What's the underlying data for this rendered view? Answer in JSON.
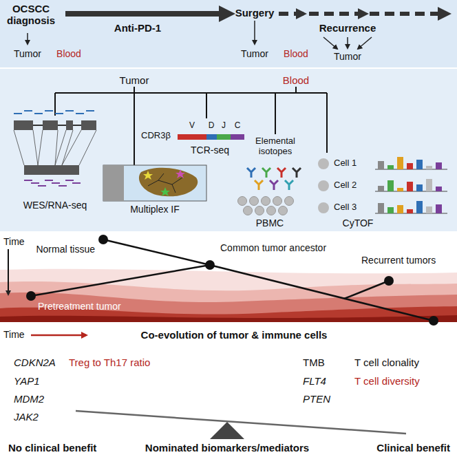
{
  "diagram": {
    "labels": [
      "OCSCC diagnosis",
      "Anti-PD-1",
      "Surgery",
      "Recurrence",
      "Tumor",
      "Blood",
      "Tumor",
      "Blood",
      "Tumor",
      "Tumor",
      "Blood",
      "WES/RNA-seq",
      "CDR3β",
      "V",
      "D",
      "J",
      "C",
      "TCR-seq",
      "Multiplex IF",
      "Elemental isotopes",
      "PBMC",
      "CyTOF",
      "Cell 1",
      "Cell 2",
      "Cell 3",
      "Time",
      "Normal tissue",
      "Common tumor ancestor",
      "Recurrent tumors",
      "Pretreatment tumor",
      "Time",
      "Co-evolution of tumor & immune cells",
      "CDKN2A",
      "Treg to Th17 ratio",
      "YAP1",
      "MDM2",
      "JAK2",
      "TMB",
      "T cell clonality",
      "FLT4",
      "T cell diversity",
      "PTEN",
      "No clinical benefit",
      "Nominated biomarkers/mediators",
      "Clinical benefit"
    ]
  }
}
